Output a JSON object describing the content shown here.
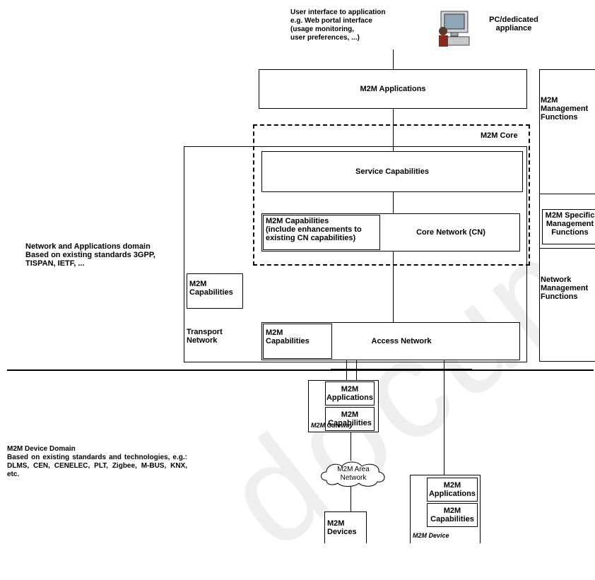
{
  "top_note": "User interface to application\ne.g. Web portal interface\n(usage monitoring,\nuser preferences, ...)",
  "pc_label": "PC/dedicated\nappliance",
  "m2m_applications": "M2M Applications",
  "m2m_management": "M2M\nManagement\nFunctions",
  "m2m_core": "M2M Core",
  "service_capabilities": "Service Capabilities",
  "m2m_capabilities_core": "M2M Capabilities\n(include enhancements to\nexisting CN capabilities)",
  "core_network": "Core Network (CN)",
  "m2m_specific_mgmt": "M2M Specific\nManagement\nFunctions",
  "network_mgmt": "Network\nManagement\nFunctions",
  "network_domain": "Network and Applications domain\nBased on existing standards 3GPP,\nTISPAN, IETF, ...",
  "m2m_capabilities_left": "M2M\nCapabilities",
  "transport_network": "Transport\nNetwork",
  "m2m_capabilities_access": "M2M\nCapabilities",
  "access_network": "Access Network",
  "gw_applications": "M2M\nApplications",
  "gw_capabilities": "M2M\nCapabilities",
  "gateway": "M2M Gateway",
  "device_domain": "M2M Device Domain\nBased on existing standards and technologies, e.g.: DLMS, CEN, CENELEC, PLT, Zigbee, M-BUS, KNX, etc.",
  "area_network": "M2M Area\nNetwork",
  "m2m_devices": "M2M\nDevices",
  "dev_applications": "M2M\nApplications",
  "dev_capabilities": "M2M\nCapabilities",
  "m2m_device": "M2M Device"
}
